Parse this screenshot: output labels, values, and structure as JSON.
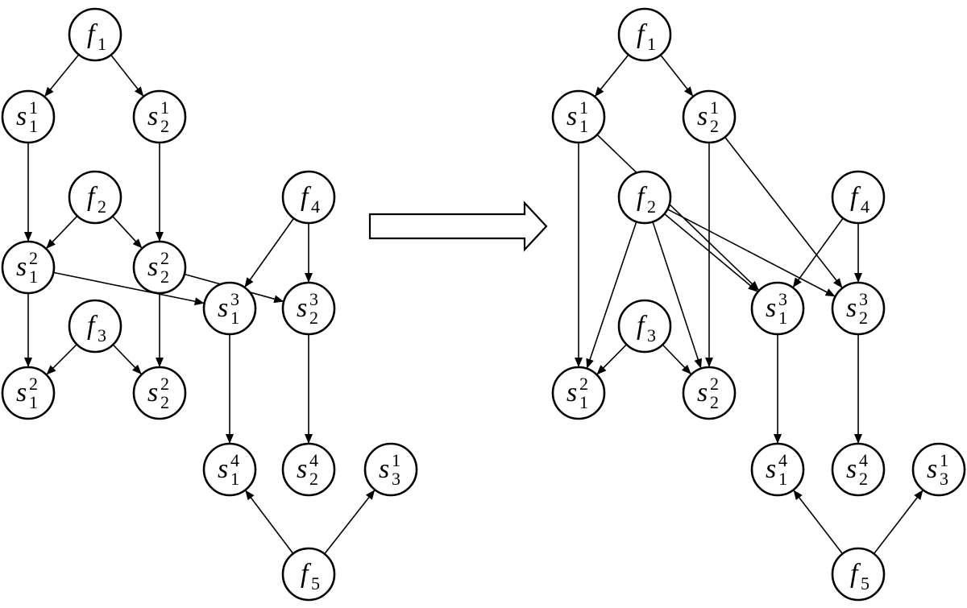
{
  "colors": {
    "stroke": "#000000",
    "node_fill": "#ffffff",
    "background": "#ffffff"
  },
  "transform_arrow": {
    "icon": "right-arrow-icon"
  },
  "diagrams": [
    {
      "id": "left",
      "nodes": [
        {
          "id": "L_f1",
          "base": "f",
          "sub": "1",
          "sup": ""
        },
        {
          "id": "L_s11",
          "base": "s",
          "sub": "1",
          "sup": "1"
        },
        {
          "id": "L_s21",
          "base": "s",
          "sub": "2",
          "sup": "1"
        },
        {
          "id": "L_f2",
          "base": "f",
          "sub": "2",
          "sup": ""
        },
        {
          "id": "L_f4",
          "base": "f",
          "sub": "4",
          "sup": ""
        },
        {
          "id": "L_s12",
          "base": "s",
          "sub": "1",
          "sup": "2"
        },
        {
          "id": "L_s22",
          "base": "s",
          "sub": "2",
          "sup": "2"
        },
        {
          "id": "L_s13",
          "base": "s",
          "sub": "1",
          "sup": "3"
        },
        {
          "id": "L_s23",
          "base": "s",
          "sub": "2",
          "sup": "3"
        },
        {
          "id": "L_f3",
          "base": "f",
          "sub": "3",
          "sup": ""
        },
        {
          "id": "L_s12b",
          "base": "s",
          "sub": "1",
          "sup": "2"
        },
        {
          "id": "L_s22b",
          "base": "s",
          "sub": "2",
          "sup": "2"
        },
        {
          "id": "L_s14",
          "base": "s",
          "sub": "1",
          "sup": "4"
        },
        {
          "id": "L_s24",
          "base": "s",
          "sub": "2",
          "sup": "4"
        },
        {
          "id": "L_s31",
          "base": "s",
          "sub": "3",
          "sup": "1"
        },
        {
          "id": "L_f5",
          "base": "f",
          "sub": "5",
          "sup": ""
        }
      ],
      "edges": [
        [
          "L_f1",
          "L_s11"
        ],
        [
          "L_f1",
          "L_s21"
        ],
        [
          "L_s11",
          "L_s12"
        ],
        [
          "L_s21",
          "L_s22"
        ],
        [
          "L_f2",
          "L_s12"
        ],
        [
          "L_f2",
          "L_s22"
        ],
        [
          "L_f4",
          "L_s13"
        ],
        [
          "L_f4",
          "L_s23"
        ],
        [
          "L_s12",
          "L_s13"
        ],
        [
          "L_s22",
          "L_s23"
        ],
        [
          "L_s12",
          "L_s12b"
        ],
        [
          "L_s22",
          "L_s22b"
        ],
        [
          "L_f3",
          "L_s12b"
        ],
        [
          "L_f3",
          "L_s22b"
        ],
        [
          "L_s13",
          "L_s14"
        ],
        [
          "L_s23",
          "L_s24"
        ],
        [
          "L_f5",
          "L_s14"
        ],
        [
          "L_f5",
          "L_s31"
        ]
      ]
    },
    {
      "id": "right",
      "nodes": [
        {
          "id": "R_f1",
          "base": "f",
          "sub": "1",
          "sup": ""
        },
        {
          "id": "R_s11",
          "base": "s",
          "sub": "1",
          "sup": "1"
        },
        {
          "id": "R_s21",
          "base": "s",
          "sub": "2",
          "sup": "1"
        },
        {
          "id": "R_f2",
          "base": "f",
          "sub": "2",
          "sup": ""
        },
        {
          "id": "R_f4",
          "base": "f",
          "sub": "4",
          "sup": ""
        },
        {
          "id": "R_s13",
          "base": "s",
          "sub": "1",
          "sup": "3"
        },
        {
          "id": "R_s23",
          "base": "s",
          "sub": "2",
          "sup": "3"
        },
        {
          "id": "R_f3",
          "base": "f",
          "sub": "3",
          "sup": ""
        },
        {
          "id": "R_s12",
          "base": "s",
          "sub": "1",
          "sup": "2"
        },
        {
          "id": "R_s22",
          "base": "s",
          "sub": "2",
          "sup": "2"
        },
        {
          "id": "R_s14",
          "base": "s",
          "sub": "1",
          "sup": "4"
        },
        {
          "id": "R_s24",
          "base": "s",
          "sub": "2",
          "sup": "4"
        },
        {
          "id": "R_s31",
          "base": "s",
          "sub": "3",
          "sup": "1"
        },
        {
          "id": "R_f5",
          "base": "f",
          "sub": "5",
          "sup": ""
        }
      ],
      "edges": [
        [
          "R_f1",
          "R_s11"
        ],
        [
          "R_f1",
          "R_s21"
        ],
        [
          "R_s11",
          "R_s12"
        ],
        [
          "R_s21",
          "R_s22"
        ],
        [
          "R_s11",
          "R_s13"
        ],
        [
          "R_s21",
          "R_s23"
        ],
        [
          "R_f2",
          "R_s12"
        ],
        [
          "R_f2",
          "R_s22"
        ],
        [
          "R_f2",
          "R_s13"
        ],
        [
          "R_f2",
          "R_s23"
        ],
        [
          "R_f4",
          "R_s13"
        ],
        [
          "R_f4",
          "R_s23"
        ],
        [
          "R_f3",
          "R_s12"
        ],
        [
          "R_f3",
          "R_s22"
        ],
        [
          "R_s13",
          "R_s14"
        ],
        [
          "R_s23",
          "R_s24"
        ],
        [
          "R_f5",
          "R_s14"
        ],
        [
          "R_f5",
          "R_s31"
        ]
      ]
    }
  ]
}
